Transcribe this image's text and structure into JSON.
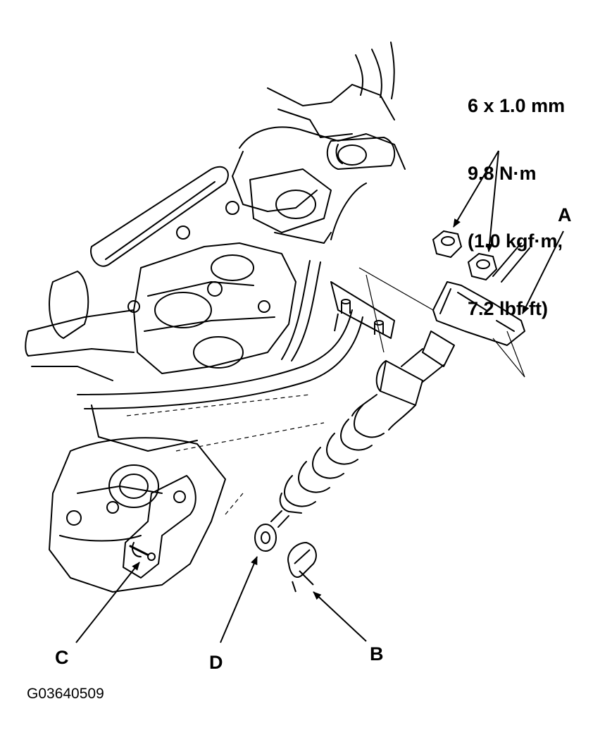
{
  "torque_spec": {
    "lines": [
      "6 x 1.0 mm",
      "9.8 N·m",
      "(1.0 kgf·m,",
      "7.2 lbf·ft)"
    ]
  },
  "callouts": {
    "a": "A",
    "b": "B",
    "c": "C",
    "d": "D"
  },
  "figure_id": "G03640509",
  "colors": {
    "ink": "#000000",
    "paper": "#ffffff"
  }
}
